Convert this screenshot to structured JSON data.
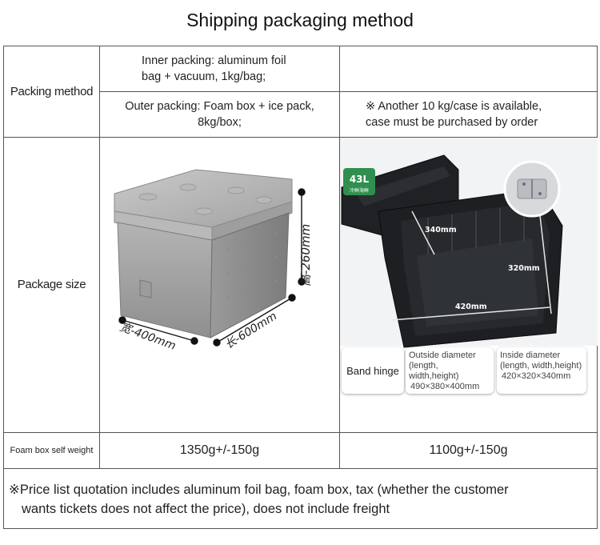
{
  "title": "Shipping packaging method",
  "packing": {
    "label": "Packing method",
    "inner_line1": "Inner packing: aluminum foil",
    "inner_line2": "bag + vacuum, 1kg/bag;",
    "outer_line1": "Outer packing: Foam box + ice pack,",
    "outer_line2": "8kg/box;",
    "note_line1": "※ Another 10 kg/case is available,",
    "note_line2": "case must be purchased by order"
  },
  "package_size": {
    "label": "Package size",
    "left_image": {
      "width_label": "宽-400mm",
      "length_label": "长-600mm",
      "height_label": "高-260mm"
    },
    "right_image": {
      "badge": "43L",
      "badge_sub": "冷鲜海鲜",
      "dim_340": "340mm",
      "dim_320": "320mm",
      "dim_420": "420mm",
      "hinge_label": "Band hinge",
      "outside_title": "Outside diameter",
      "outside_sub": "(length, width,height)",
      "outside_value": "490×380×400mm",
      "inside_title": "Inside diameter",
      "inside_sub": "(length, width,height)",
      "inside_value": "420×320×340mm"
    }
  },
  "weight": {
    "label": "Foam box self weight",
    "left_value": "1350g+/-150g",
    "right_value": "1100g+/-150g"
  },
  "footer": {
    "line1": "※Price list quotation includes aluminum foil bag, foam box, tax (whether the customer",
    "line2": "wants tickets does not affect the price), does not include freight"
  },
  "colors": {
    "border": "#555555",
    "box_grey": "#a8a8a8",
    "box_black": "#1d1f22",
    "badge_green": "#2f8f4e"
  }
}
